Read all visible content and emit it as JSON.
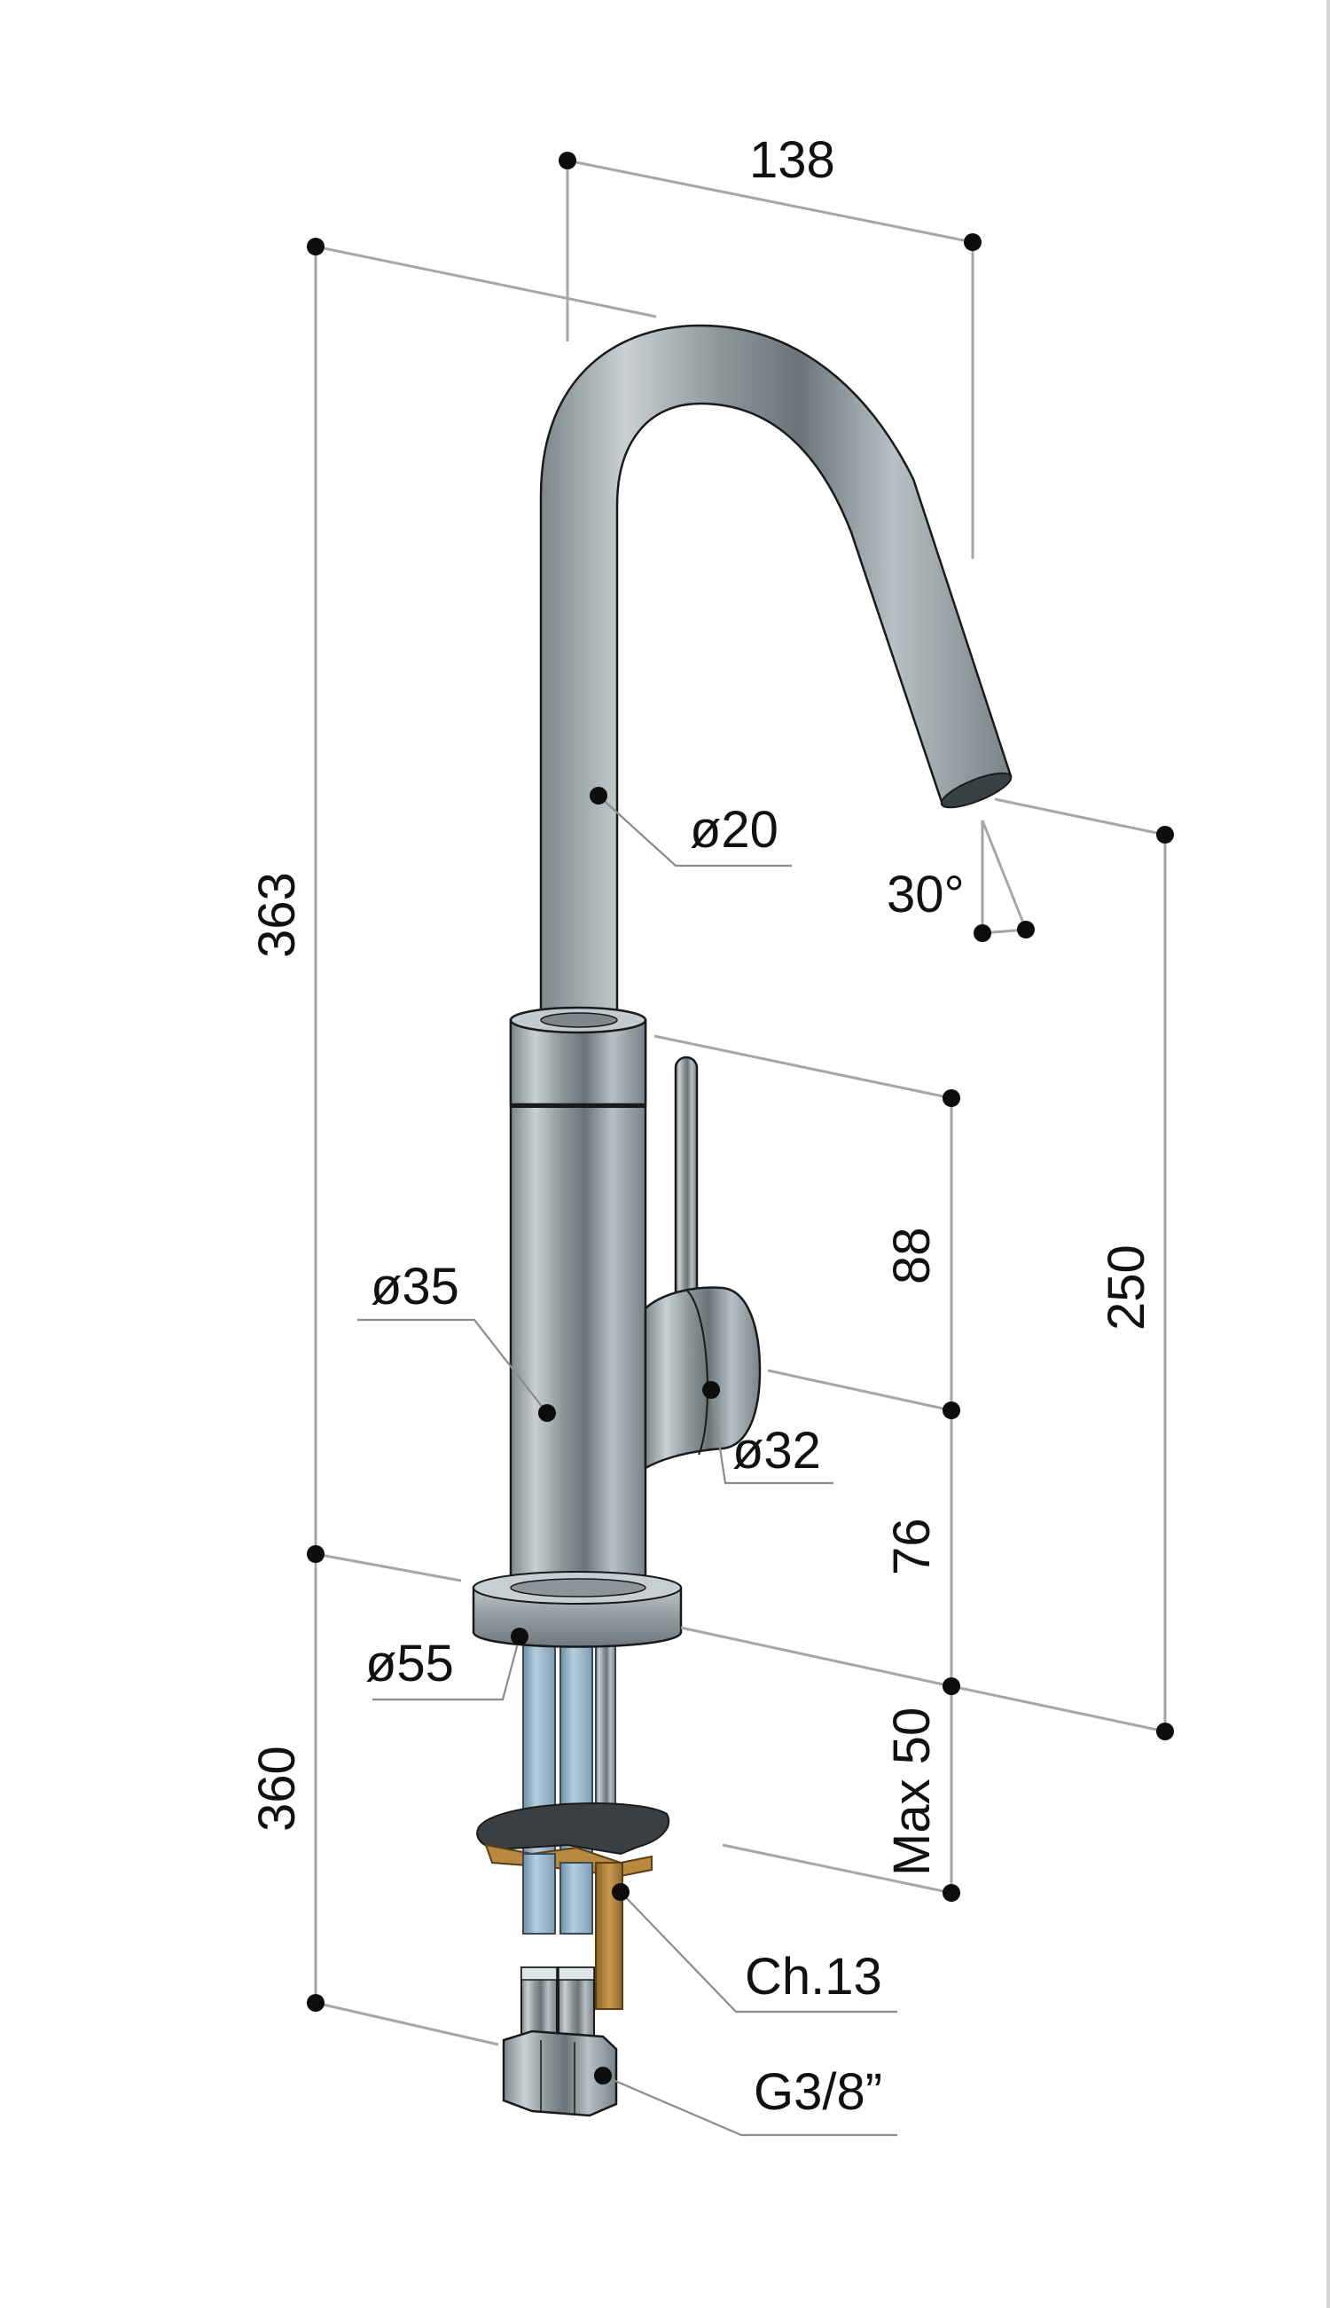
{
  "drawing": {
    "subject": "Single-lever basin mixer with swivel spout",
    "units": "mm",
    "dimensions": {
      "spout_reach": "138",
      "total_height": "363",
      "spout_diameter": "ø20",
      "spout_angle": "30°",
      "body_diameter": "ø35",
      "handle_diameter": "ø32",
      "lever_height": "88",
      "handle_height": "76",
      "spout_outlet_height": "250",
      "flange_diameter": "ø55",
      "max_deck_thickness": "Max 50",
      "hose_length": "360",
      "nut_size": "Ch.13",
      "connection_thread": "G3/8”"
    },
    "colors": {
      "chrome_light": "#e6eaec",
      "chrome_mid": "#a9b1b5",
      "chrome_dark": "#5f686d",
      "hose_blue": "#8fb0c8",
      "brass": "#b8893f",
      "gasket": "#3c3f42",
      "dimension_line": "#a6a6a6",
      "dot": "#0d0d0d"
    }
  }
}
